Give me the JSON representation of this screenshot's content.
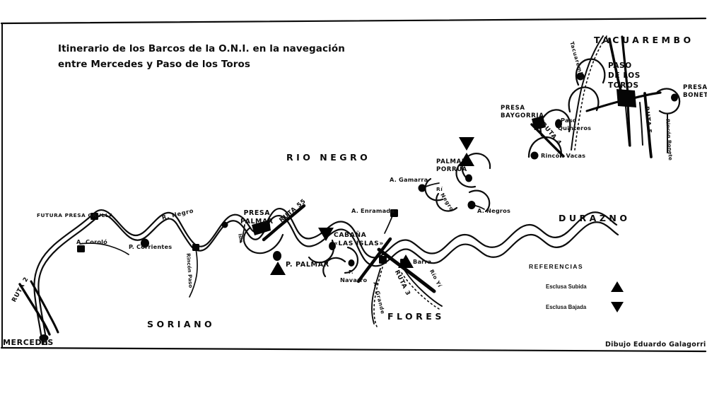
{
  "document": {
    "title_line1": "Itinerario de los Barcos de la O.N.I. en la navegación",
    "title_line2": "entre Mercedes y Paso de los Toros",
    "credit": "Dibujo  Eduardo Galagorri"
  },
  "departments": [
    {
      "name": "RIO NEGRO"
    },
    {
      "name": "SORIANO"
    },
    {
      "name": "FLORES"
    },
    {
      "name": "DURAZNO"
    },
    {
      "name": "TACUAREMBO"
    }
  ],
  "places": [
    {
      "label": "MERCEDES",
      "type": "city"
    },
    {
      "label": "FUTURA PRESA GRULLA",
      "type": "dam"
    },
    {
      "label": "A. Coroló",
      "type": "stream"
    },
    {
      "label": "P. Corrientes",
      "type": "stop"
    },
    {
      "label": "R. Negro",
      "type": "river"
    },
    {
      "label": "Rincón Paso",
      "type": "feature"
    },
    {
      "label": "PRESA",
      "label2": "PALMAR",
      "type": "dam"
    },
    {
      "label": "Isla",
      "type": "feature"
    },
    {
      "label": "P. PALMAR",
      "type": "stop"
    },
    {
      "label": "CABAÑA",
      "label2": "«LAS ISLAS»",
      "type": "lodge"
    },
    {
      "label": "P.",
      "label2": "Navarro",
      "type": "stop"
    },
    {
      "label": "P.",
      "label2": "Barra",
      "type": "stop"
    },
    {
      "label": "Río Yí",
      "type": "river"
    },
    {
      "label": "A. Grande",
      "type": "stream"
    },
    {
      "label": "A. Enramada",
      "type": "stream"
    },
    {
      "label": "A. Gamarra",
      "type": "stream"
    },
    {
      "label": "A. Negros",
      "type": "stream"
    },
    {
      "label": "Rí",
      "label2": "Negro",
      "type": "river"
    },
    {
      "label": "PALMAR",
      "label2": "PORRUA",
      "type": "stop"
    },
    {
      "label": "PRESA",
      "label2": "BAYGORRIA",
      "type": "dam"
    },
    {
      "label": "Paso",
      "label2": "Quinteros",
      "type": "stop"
    },
    {
      "label": "Rincón Vacas",
      "type": "feature"
    },
    {
      "label": "PASO",
      "label2": "DE LOS",
      "label3": "TOROS",
      "type": "city"
    },
    {
      "label": "PRESA",
      "label2": "BONETE",
      "type": "dam"
    },
    {
      "label": "Rincón Bonete",
      "type": "feature"
    },
    {
      "label": "Tacuarembó",
      "type": "river"
    }
  ],
  "routes": [
    {
      "label": "RUTA 2"
    },
    {
      "label": "RUTA 55"
    },
    {
      "label": "RUTA 3"
    },
    {
      "label": "RUTA 4"
    },
    {
      "label": "RUTA 5"
    }
  ],
  "legend": {
    "title": "REFERENCIAS",
    "items": [
      {
        "label": "Esclusa Subida",
        "symbol": "triangle-up"
      },
      {
        "label": "Esclusa Bajada",
        "symbol": "triangle-down"
      }
    ]
  },
  "colors": {
    "ink": "#000000",
    "paper": "#ffffff"
  }
}
